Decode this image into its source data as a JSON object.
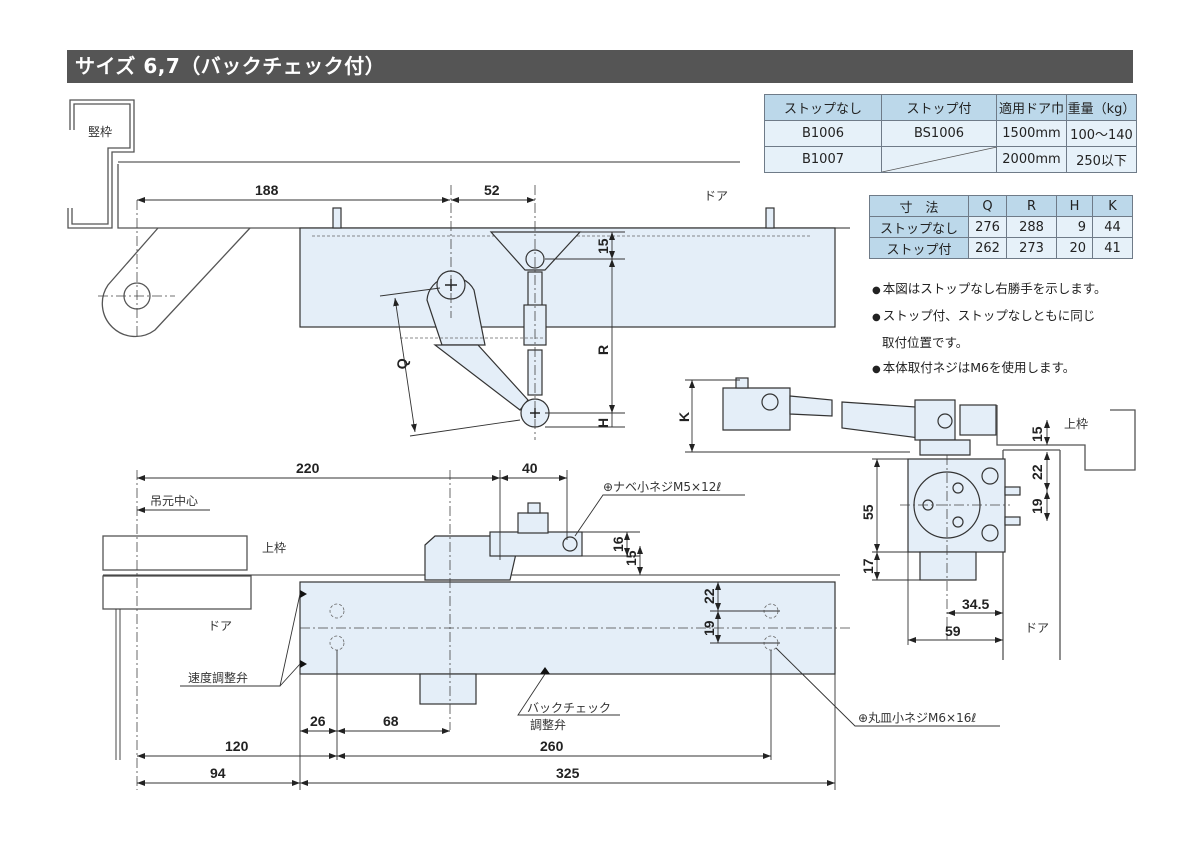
{
  "title": "サイズ 6,7（バックチェック付）",
  "model_table": {
    "headers": [
      "ストップなし",
      "ストップ付",
      "適用ドア巾",
      "重量（kg）"
    ],
    "rows": [
      [
        "B1006",
        "BS1006",
        "1500mm",
        "100〜140"
      ],
      [
        "B1007",
        "",
        "2000mm",
        "250以下"
      ]
    ]
  },
  "dimension_table": {
    "headers": [
      "寸　法",
      "Q",
      "R",
      "H",
      "K"
    ],
    "rows": [
      [
        "ストップなし",
        "276",
        "288",
        "9",
        "44"
      ],
      [
        "ストップ付",
        "262",
        "273",
        "20",
        "41"
      ]
    ]
  },
  "notes": [
    "本図はストップなし右勝手を示します。",
    "ストップ付、ストップなしともに同じ",
    "取付位置です。",
    "本体取付ネジはM6を使用します。"
  ],
  "labels": {
    "vertical_frame": "竪枠",
    "door_top": "ドア",
    "door_bottom": "ドア",
    "door_side": "ドア",
    "upper_frame_bottom": "上枠",
    "upper_frame_side": "上枠",
    "pivot_center": "吊元中心",
    "speed_valve": "速度調整弁",
    "backcheck_valve_line1": "バックチェック",
    "backcheck_valve_line2": "調整弁",
    "screw_m5": "⊕ナベ小ネジM5×12ℓ",
    "screw_m6": "⊕丸皿小ネジM6×16ℓ"
  },
  "dimensions": {
    "top_188": "188",
    "top_52": "52",
    "top_15": "15",
    "top_R": "R",
    "top_Q": "Q",
    "top_H": "H",
    "side_K": "K",
    "side_15": "15",
    "side_22": "22",
    "side_19": "19",
    "side_55": "55",
    "side_17": "17",
    "side_34_5": "34.5",
    "side_59": "59",
    "bottom_220": "220",
    "bottom_40": "40",
    "bottom_16": "16",
    "bottom_15": "15",
    "bottom_22": "22",
    "bottom_19": "19",
    "bottom_26": "26",
    "bottom_68": "68",
    "bottom_120": "120",
    "bottom_260": "260",
    "bottom_94": "94",
    "bottom_325": "325"
  }
}
